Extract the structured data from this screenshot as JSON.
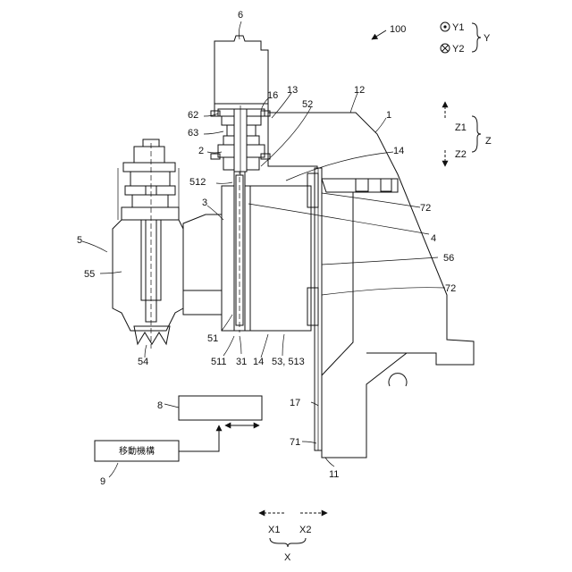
{
  "title_ref": "100",
  "legend": {
    "y1": "Y1",
    "y2": "Y2",
    "y": "Y",
    "z1": "Z1",
    "z2": "Z2",
    "z": "Z",
    "x1": "X1",
    "x2": "X2",
    "x": "X"
  },
  "boxes": {
    "controller_ref": "8",
    "moving_mechanism_ref": "9",
    "moving_mechanism_label": "移動機構"
  },
  "refs": {
    "r6": "6",
    "r16": "16",
    "r13": "13",
    "r12": "12",
    "r1": "1",
    "r62": "62",
    "r63": "63",
    "r52": "52",
    "r2": "2",
    "r14a": "14",
    "r512": "512",
    "r72a": "72",
    "r3": "3",
    "r4": "4",
    "r5": "5",
    "r56": "56",
    "r55": "55",
    "r72b": "72",
    "r51": "51",
    "r54": "54",
    "r511": "511",
    "r31": "31",
    "r14b": "14",
    "r53": "53, 513",
    "r17": "17",
    "r71": "71",
    "r11": "11"
  }
}
